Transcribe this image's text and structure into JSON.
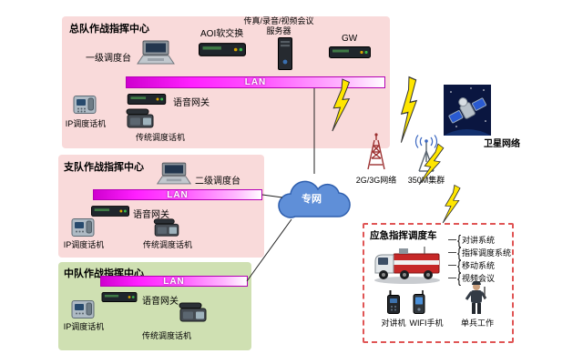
{
  "colors": {
    "hq_box_bg": "#f9dada",
    "detachment_box_bg": "#f9dada",
    "squadron_box_bg": "#cfe0b2",
    "lan_magenta": "#ff1fff",
    "cloud_blue": "#5f8fd8",
    "bolt_yellow": "#ffe600",
    "vehicle_border_red": "#e05555"
  },
  "hq_box": {
    "title": "总队作战指挥中心",
    "console": "一级调度台",
    "softswitch": "AOI软交换",
    "server_line1": "传真/录音/视频会议",
    "server_line2": "服务器",
    "gateway": "GW",
    "lan": "LAN",
    "voice_gateway": "语音网关",
    "ip_phone": "IP调度话机",
    "legacy_phone": "传统调度话机"
  },
  "detachment_box": {
    "title": "支队作战指挥中心",
    "console": "二级调度台",
    "lan": "LAN",
    "voice_gateway": "语音网关",
    "ip_phone": "IP调度话机",
    "legacy_phone": "传统调度话机"
  },
  "squadron_box": {
    "title": "中队作战指挥中心",
    "lan": "LAN",
    "voice_gateway": "语音网关",
    "ip_phone": "IP调度话机",
    "legacy_phone": "传统调度话机"
  },
  "network": {
    "cloud": "专网",
    "cellular": "2G/3G网络",
    "trunking": "350M集群",
    "satellite": "卫星网络"
  },
  "vehicle": {
    "title": "应急指挥调度车",
    "brace": "{",
    "systems": [
      "对讲系统",
      "指挥调度系统",
      "移动系统",
      "视频会议"
    ],
    "devices": [
      "对讲机",
      "WIFI手机",
      "单兵工作"
    ]
  }
}
